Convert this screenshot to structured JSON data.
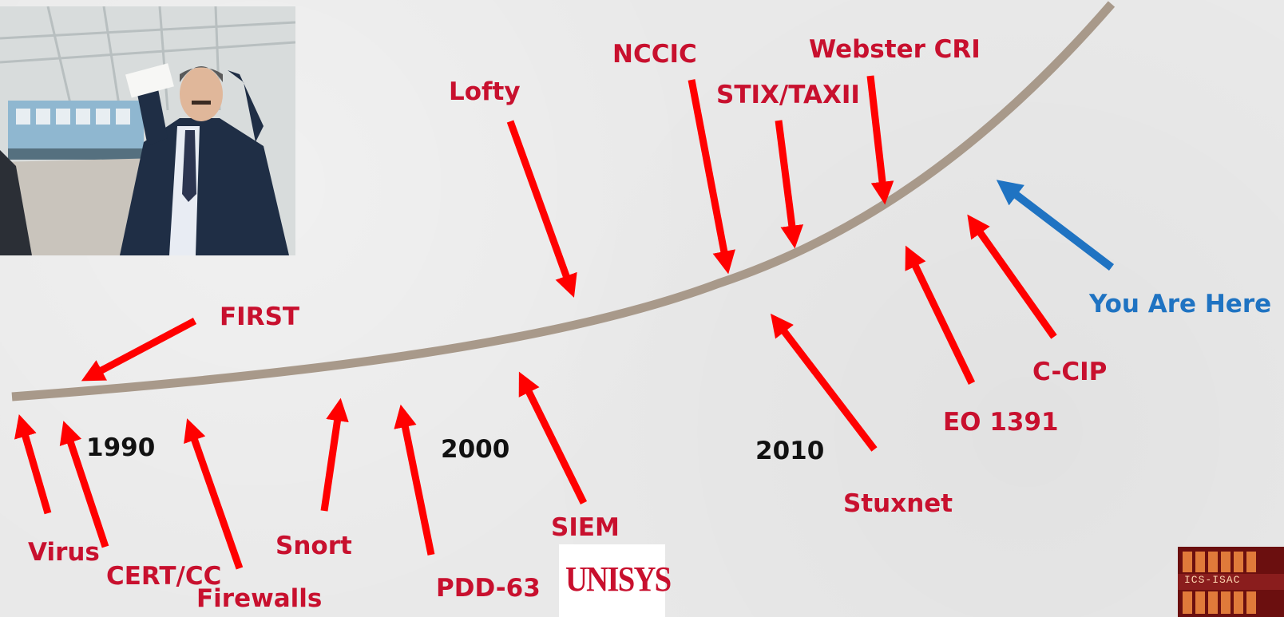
{
  "colors": {
    "timeline": "#a8998a",
    "arrow_red": "#ff0000",
    "arrow_blue": "#1f73c2",
    "label_red": "#c8102e",
    "label_blue": "#1f73c2",
    "year_text": "#111111"
  },
  "years": [
    "1990",
    "2000",
    "2010"
  ],
  "events": [
    {
      "id": "first",
      "label": "FIRST"
    },
    {
      "id": "lofty",
      "label": "Lofty"
    },
    {
      "id": "nccic",
      "label": "NCCIC"
    },
    {
      "id": "stix",
      "label": "STIX/TAXII"
    },
    {
      "id": "webster",
      "label": "Webster CRI"
    },
    {
      "id": "virus",
      "label": "Virus"
    },
    {
      "id": "certcc",
      "label": "CERT/CC"
    },
    {
      "id": "firewalls",
      "label": "Firewalls"
    },
    {
      "id": "snort",
      "label": "Snort"
    },
    {
      "id": "pdd63",
      "label": "PDD-63"
    },
    {
      "id": "siem",
      "label": "SIEM"
    },
    {
      "id": "stuxnet",
      "label": "Stuxnet"
    },
    {
      "id": "eo1391",
      "label": "EO 1391"
    },
    {
      "id": "ccip",
      "label": "C-CIP"
    }
  ],
  "marker": {
    "label": "You Are Here"
  },
  "logos": {
    "unisys": "UNISYS",
    "ics_isac": "ICS-ISAC"
  }
}
